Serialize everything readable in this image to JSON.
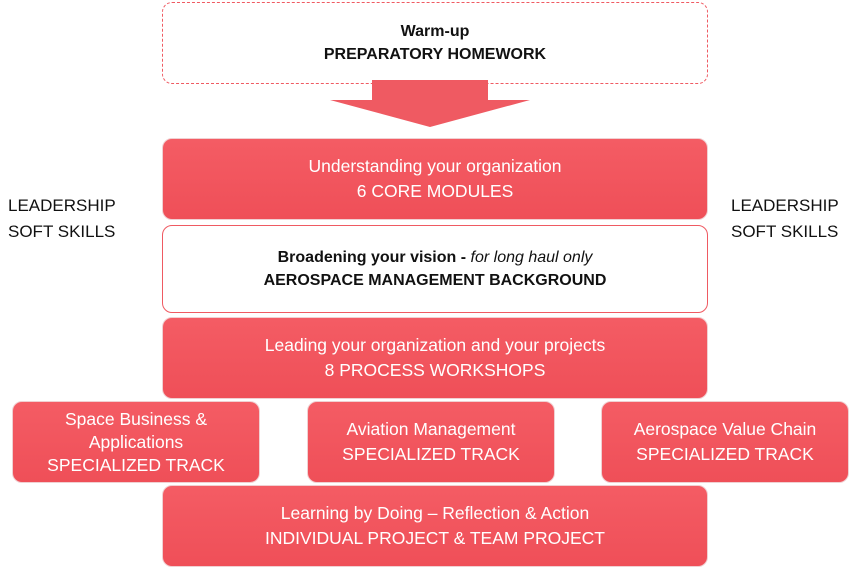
{
  "warmup": {
    "line1": "Warm-up",
    "line2": "PREPARATORY HOMEWORK"
  },
  "understanding": {
    "line1": "Understanding your organization",
    "line2": "6 CORE MODULES"
  },
  "broadening": {
    "line1_bold": "Broadening your vision - ",
    "line1_italic": "for long haul only",
    "line2": "AEROSPACE MANAGEMENT BACKGROUND"
  },
  "leading": {
    "line1": "Leading your organization and your projects",
    "line2": "8 PROCESS WORKSHOPS"
  },
  "tracks": [
    {
      "line1": "Space Business &",
      "line2": "Applications",
      "line3": "SPECIALIZED TRACK"
    },
    {
      "line1": "Aviation Management",
      "line2": "SPECIALIZED TRACK"
    },
    {
      "line1": "Aerospace Value Chain",
      "line2": "SPECIALIZED TRACK"
    }
  ],
  "learning": {
    "line1": "Learning by Doing – Reflection & Action",
    "line2": "INDIVIDUAL PROJECT & TEAM PROJECT"
  },
  "side_left": {
    "line1": "LEADERSHIP",
    "line2": "SOFT SKILLS"
  },
  "side_right": {
    "line1": "LEADERSHIP",
    "line2": "SOFT SKILLS"
  },
  "colors": {
    "accent": "#ef5a62",
    "text": "#111111"
  }
}
